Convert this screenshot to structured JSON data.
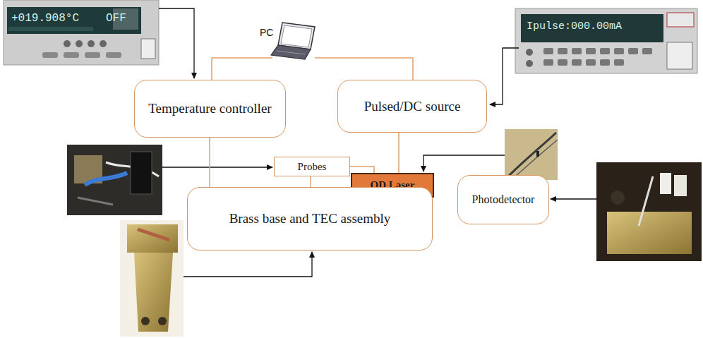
{
  "diagram": {
    "nodes": [
      {
        "text": [
          "Temperature controller"
        ]
      },
      {
        "text": [
          "Pulsed/DC source"
        ]
      },
      {
        "text": [
          "Probes"
        ]
      },
      {
        "text": [
          "QD Laser"
        ]
      },
      {
        "text": [
          "Photodetector"
        ]
      },
      {
        "text": [
          "Brass base and TEC assembly"
        ]
      }
    ],
    "edges": [
      {
        "from": 0,
        "to": 5,
        "arrow": "none"
      },
      {
        "from": 1,
        "to": 3,
        "arrow": "none"
      },
      {
        "from": 2,
        "to": 3,
        "arrow": "none"
      },
      {
        "from": 2,
        "to": 5,
        "arrow": "none"
      }
    ],
    "labels": [
      "PC",
      "+019.908°C",
      "OFF",
      "Ipulse:000.00mA"
    ]
  }
}
